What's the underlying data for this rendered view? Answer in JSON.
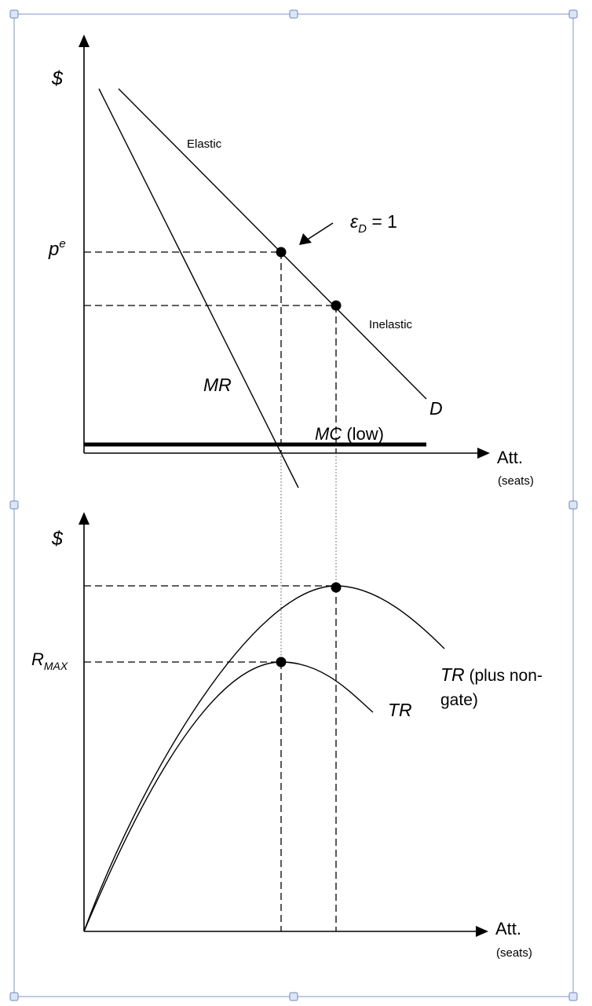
{
  "top_panel": {
    "y_axis_label": "$",
    "x_axis_label": "Att.",
    "x_axis_sublabel": "(seats)",
    "price_label_main": "p",
    "price_label_sup": "e",
    "elastic_label": "Elastic",
    "inelastic_label": "Inelastic",
    "elasticity_label_main": "ε",
    "elasticity_label_sub": "D",
    "elasticity_label_rest": " = 1",
    "mr_label": "MR",
    "demand_label": "D",
    "mc_label_main": "MC",
    "mc_label_rest": " (low)"
  },
  "bottom_panel": {
    "y_axis_label": "$",
    "x_axis_label": "Att.",
    "x_axis_sublabel": "(seats)",
    "rmax_label_main": "R",
    "rmax_label_sub": "MAX",
    "tr_label": "TR",
    "tr_plus_label_main": "TR",
    "tr_plus_label_rest_line1": " (plus non-",
    "tr_plus_label_line2": "gate)"
  },
  "colors": {
    "ink": "#000000",
    "frame": "#aab8d8",
    "handle_fill": "#dde6f6",
    "handle_stroke": "#6f88bf"
  }
}
